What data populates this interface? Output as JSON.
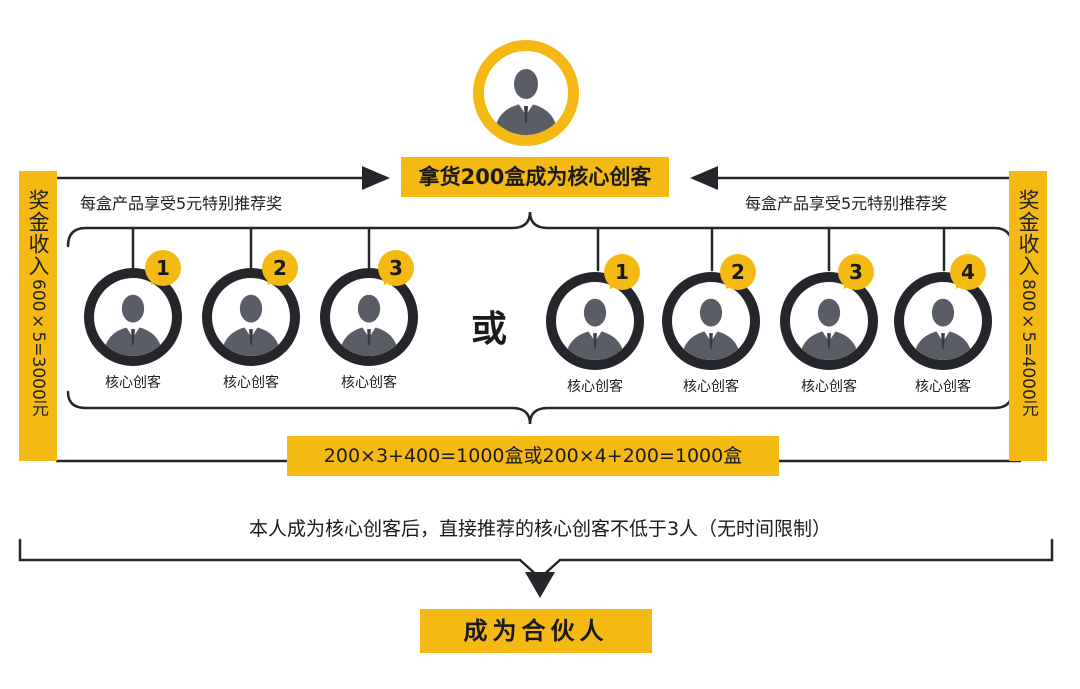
{
  "title": "拿货200盒成为核心创客",
  "reward_left": "每盒产品享受5元特别推荐奖",
  "reward_right": "每盒产品享受5元特别推荐奖",
  "left_bonus": {
    "main": "奖金收入",
    "formula": "600×5=3000元"
  },
  "right_bonus": {
    "main": "奖金收入",
    "formula": "800×5=4000元"
  },
  "or_text": "或",
  "left_group": [
    {
      "badge": "1",
      "label": "核心创客"
    },
    {
      "badge": "2",
      "label": "核心创客"
    },
    {
      "badge": "3",
      "label": "核心创客"
    }
  ],
  "right_group": [
    {
      "badge": "1",
      "label": "核心创客"
    },
    {
      "badge": "2",
      "label": "核心创客"
    },
    {
      "badge": "3",
      "label": "核心创客"
    },
    {
      "badge": "4",
      "label": "核心创客"
    }
  ],
  "formula": "200×3+400=1000盒或200×4+200=1000盒",
  "condition": "本人成为核心创客后，直接推荐的核心创客不低于3人（无时间限制）",
  "result": "成为合伙人",
  "colors": {
    "accent": "#f5b914",
    "dark": "#24262b",
    "person": "#5a5d66"
  }
}
